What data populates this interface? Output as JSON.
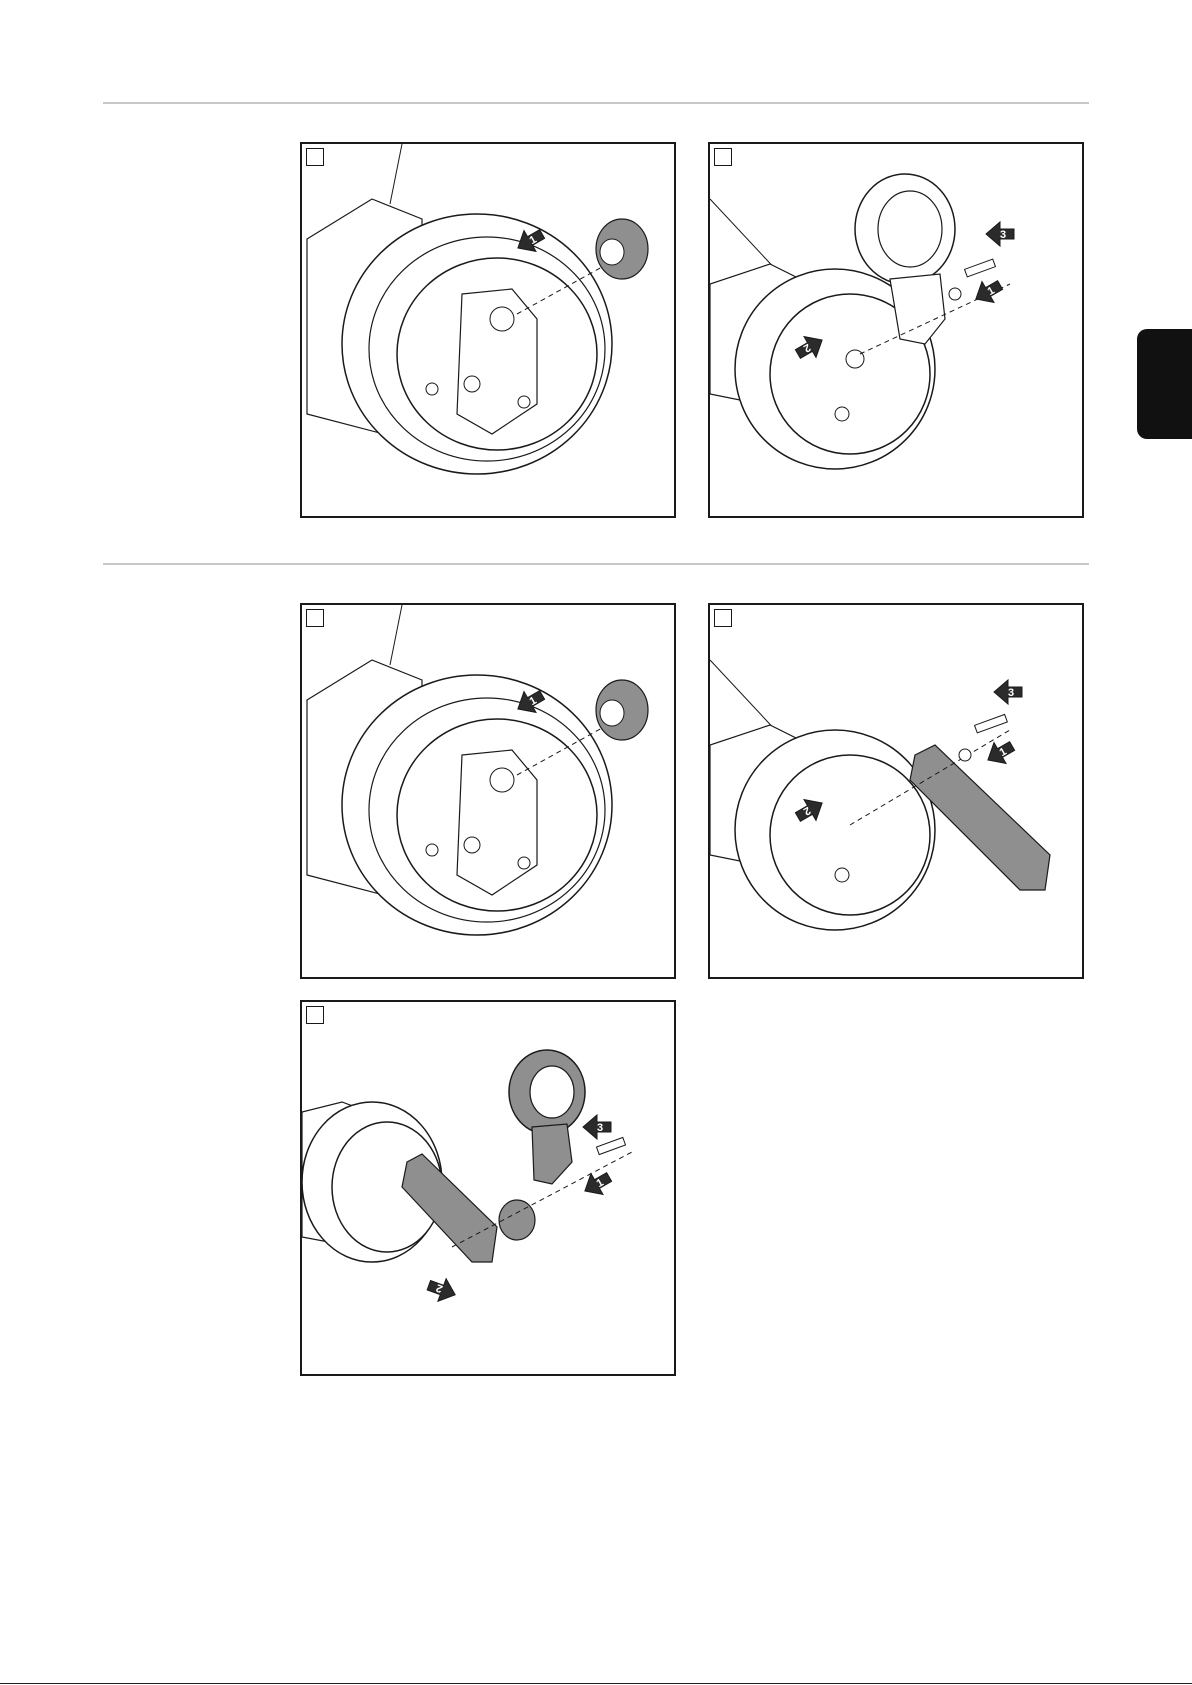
{
  "section_rules": [
    "rule-1",
    "rule-2"
  ],
  "panels": [
    {
      "id": "step-a",
      "variant": "remove-hub",
      "arrows": [
        {
          "num": "1",
          "fill": "#2b2b2b",
          "icon": "arrow-left-icon"
        }
      ]
    },
    {
      "id": "step-b",
      "variant": "mount-ring-clamp",
      "arrows": [
        {
          "num": "1",
          "fill": "#2b2b2b",
          "icon": "arrow-left-icon"
        },
        {
          "num": "2",
          "fill": "#2b2b2b",
          "icon": "arrow-right-icon"
        },
        {
          "num": "3",
          "fill": "#2b2b2b",
          "icon": "rotate-icon"
        }
      ]
    },
    {
      "id": "step-c",
      "variant": "remove-hub",
      "arrows": [
        {
          "num": "1",
          "fill": "#2b2b2b",
          "icon": "arrow-left-icon"
        }
      ]
    },
    {
      "id": "step-d",
      "variant": "mount-arm",
      "arrows": [
        {
          "num": "1",
          "fill": "#2b2b2b",
          "icon": "arrow-left-icon"
        },
        {
          "num": "2",
          "fill": "#2b2b2b",
          "icon": "arrow-right-icon"
        },
        {
          "num": "3",
          "fill": "#2b2b2b",
          "icon": "rotate-icon"
        }
      ]
    },
    {
      "id": "step-e",
      "variant": "assembly-full",
      "arrows": [
        {
          "num": "1",
          "fill": "#2b2b2b",
          "icon": "arrow-left-icon"
        },
        {
          "num": "2",
          "fill": "#2b2b2b",
          "icon": "arrow-down-icon"
        },
        {
          "num": "3",
          "fill": "#2b2b2b",
          "icon": "rotate-icon"
        }
      ]
    }
  ],
  "colors": {
    "part_gray": "#8f8f8f",
    "line": "#1a1a1a",
    "tab": "#111111"
  }
}
